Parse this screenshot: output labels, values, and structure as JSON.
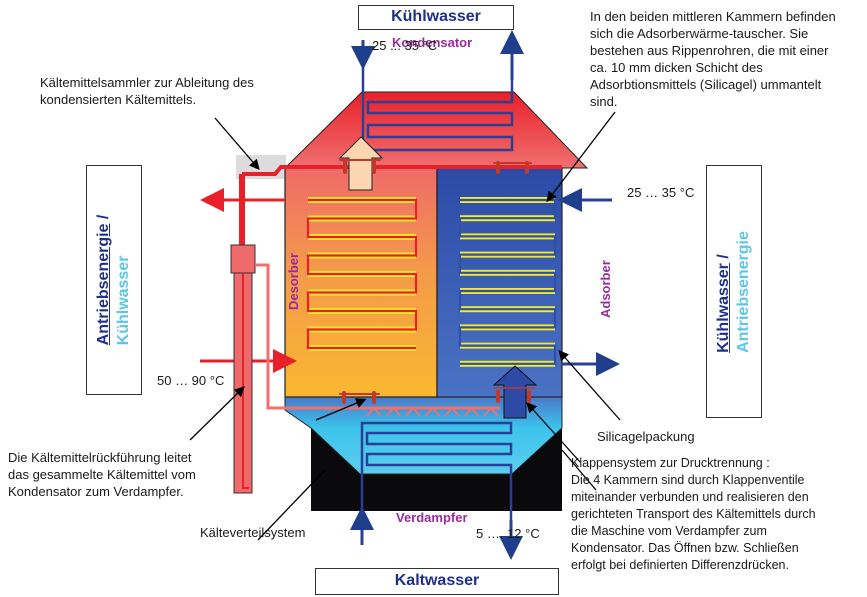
{
  "diagram": {
    "title": "Adsorptionskältemaschine – Funktionsschema",
    "boxes": {
      "top": "Kühlwasser",
      "bottom": "Kaltwasser",
      "left": {
        "primary": "Antriebsenergie",
        "separator": " /",
        "secondary": "Kühlwasser"
      },
      "right": {
        "primary": "Kühlwasser",
        "separator": " /",
        "secondary": "Antriebsenergie"
      }
    },
    "chambers": {
      "condenser": "Kondensator",
      "desorber": "Desorber",
      "adsorber": "Adsorber",
      "evaporator": "Verdampfer"
    },
    "temperatures": {
      "cooling_water_top": "25 ... 35 °C",
      "cooling_water_right": "25 … 35 °C",
      "drive_energy_left": "50 … 90 °C",
      "cold_water": "5 …. 12 °C"
    },
    "annotations": {
      "collector": "Kältemittelsammler zur Ableitung des\nkondensierten Kältemittels.",
      "heat_exchangers": "In den beiden mittleren Kammern befinden\nsich die Adsorberwärme-tauscher. Sie\nbestehen aus Rippenrohren, die mit einer\nca. 10 mm dicken Schicht des\nAdsorbtionsmittels (Silicagel) ummantelt\nsind.",
      "return_line": "Die Kältemittelrückführung leitet\ndas gesammelte Kältemittel  vom\nKondensator zum Verdampfer.",
      "distribution": "Kälteverteilsystem",
      "silica_pack": "Silicagelpackung",
      "valve_system": "Klappensystem zur Drucktrennung :\nDie 4 Kammern sind durch Klappenventile\nmiteinander verbunden und realisieren  den\ngerichteten Transport des Kältemittels durch\ndie Maschine vom Verdampfer zum\nKondensator. Das Öffnen bzw. Schließen\nerfolgt  bei definierten Differenzdrücken."
    },
    "colors": {
      "hot_red": "#e8202a",
      "warm_orange": "#f7b531",
      "cool_blue": "#2f4fa8",
      "evaporator_cyan": "#3cc4ec",
      "pipe_yellow": "#f2ea2a",
      "label_purple": "#9a2a9e",
      "label_navy": "#1f2f8c"
    }
  }
}
